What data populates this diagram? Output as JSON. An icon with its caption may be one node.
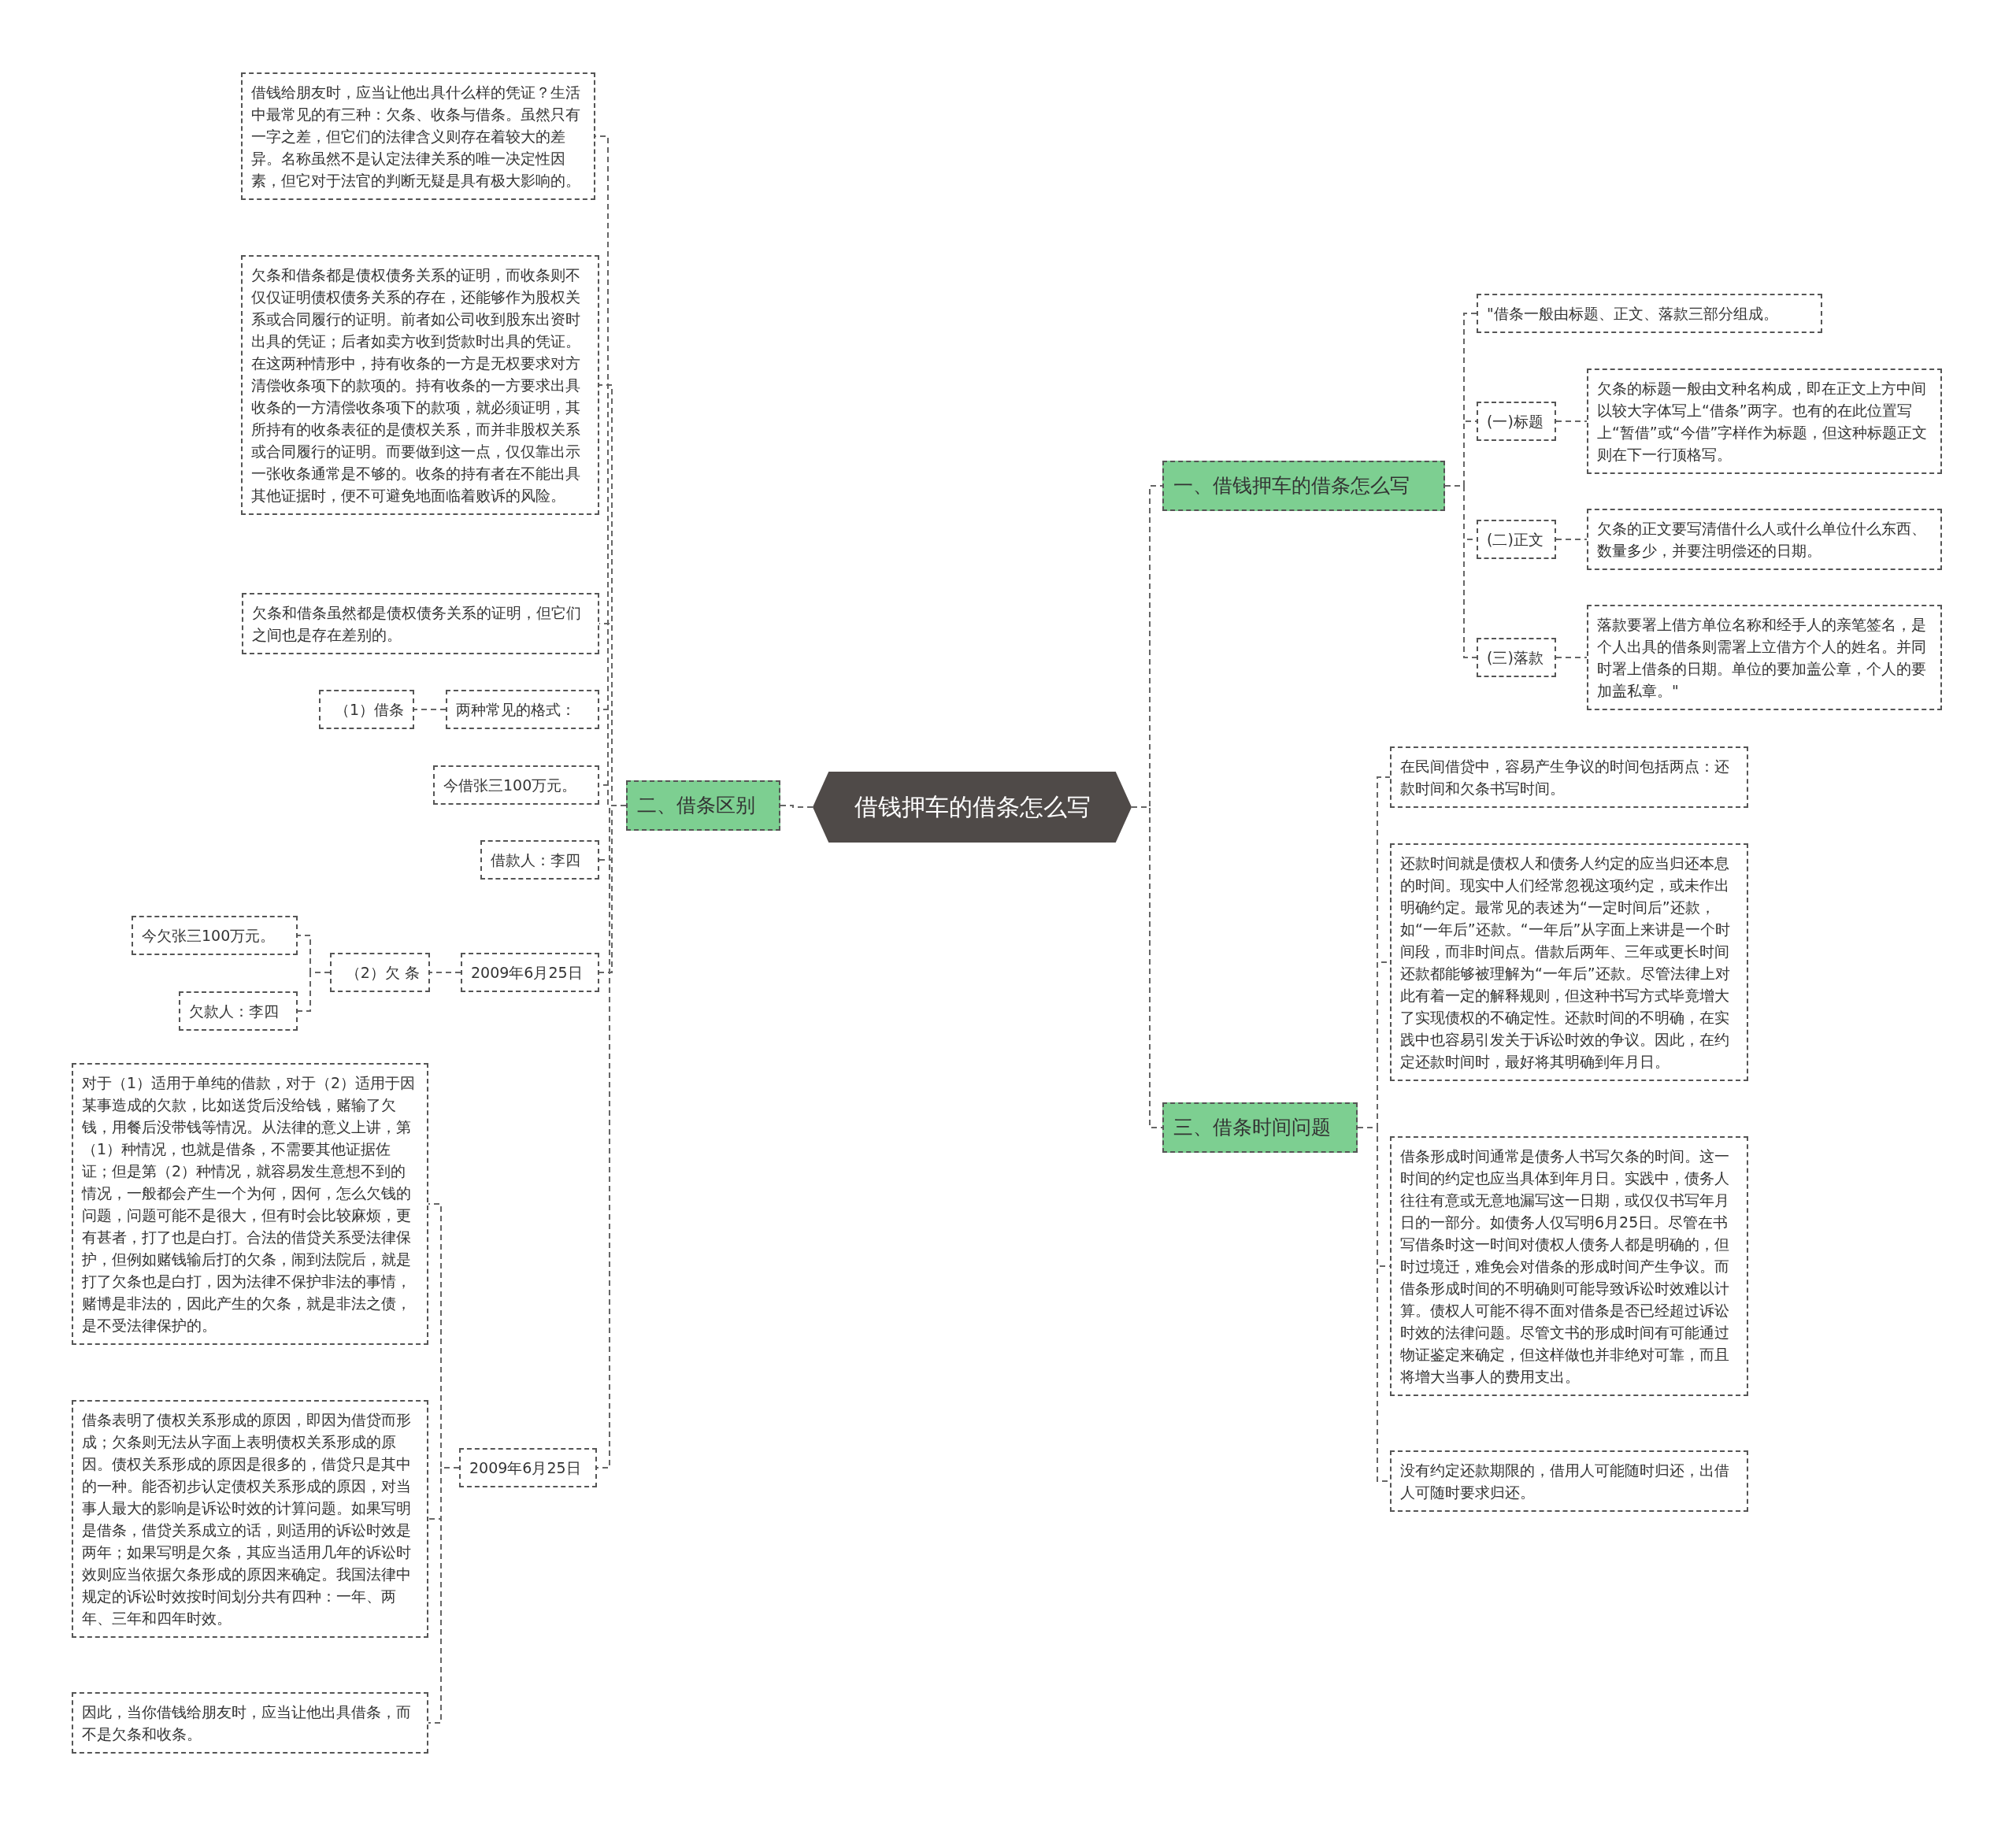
{
  "diagram": {
    "nodes": [
      {
        "text": [
          "借钱押车的借条怎么写"
        ]
      },
      {
        "text": [
          "一、借钱押车的借条怎么写"
        ]
      },
      {
        "text": [
          "\"借条一般由标题、正文、落款三部分组成。"
        ]
      },
      {
        "text": [
          "(一)标题"
        ]
      },
      {
        "text": [
          "欠条的标题一般由文种名构成，即在正文上方中间以较大字体写上“借条”两字。也有的在此位置写上“暂借”或“今借”字样作为标题，但这种标题正文则在下一行顶格写。"
        ]
      },
      {
        "text": [
          "(二)正文"
        ]
      },
      {
        "text": [
          "欠条的正文要写清借什么人或什么单位什么东西、数量多少，并要注明偿还的日期。"
        ]
      },
      {
        "text": [
          "(三)落款"
        ]
      },
      {
        "text": [
          "落款要署上借方单位名称和经手人的亲笔签名，是个人出具的借条则需署上立借方个人的姓名。并同时署上借条的日期。单位的要加盖公章，个人的要加盖私章。\""
        ]
      },
      {
        "text": [
          "二、借条区别"
        ]
      },
      {
        "text": [
          "借钱给朋友时，应当让他出具什么样的凭证？生活中最常见的有三种：欠条、收条与借条。虽然只有一字之差，但它们的法律含义则存在着较大的差异。名称虽然不是认定法律关系的唯一决定性因素，但它对于法官的判断无疑是具有极大影响的。"
        ]
      },
      {
        "text": [
          "欠条和借条都是债权债务关系的证明，而收条则不仅仅证明债权债务关系的存在，还能够作为股权关系或合同履行的证明。前者如公司收到股东出资时出具的凭证；后者如卖方收到货款时出具的凭证。在这两种情形中，持有收条的一方是无权要求对方清偿收条项下的款项的。持有收条的一方要求出具收条的一方清偿收条项下的款项，就必须证明，其所持有的收条表征的是债权关系，而并非股权关系或合同履行的证明。而要做到这一点，仅仅靠出示一张收条通常是不够的。收条的持有者在不能出具其他证据时，便不可避免地面临着败诉的风险。"
        ]
      },
      {
        "text": [
          "欠条和借条虽然都是债权债务关系的证明，但它们之间也是存在差别的。"
        ]
      },
      {
        "text": [
          "两种常见的格式："
        ]
      },
      {
        "text": [
          "（1）借条"
        ]
      },
      {
        "text": [
          "今借张三100万元。"
        ]
      },
      {
        "text": [
          "借款人：李四"
        ]
      },
      {
        "text": [
          "2009年6月25日"
        ]
      },
      {
        "text": [
          "（2）欠 条"
        ]
      },
      {
        "text": [
          "今欠张三100万元。"
        ]
      },
      {
        "text": [
          "欠款人：李四"
        ]
      },
      {
        "text": [
          "2009年6月25日"
        ]
      },
      {
        "text": [
          "对于（1）适用于单纯的借款，对于（2）适用于因某事造成的欠款，比如送货后没给钱，赌输了欠钱，用餐后没带钱等情况。从法律的意义上讲，第（1）种情况，也就是借条，不需要其他证据佐证；但是第（2）种情况，就容易发生意想不到的情况，一般都会产生一个为何，因何，怎么欠钱的问题，问题可能不是很大，但有时会比较麻烦，更有甚者，打了也是白打。合法的借贷关系受法律保护，但例如赌钱输后打的欠条，闹到法院后，就是打了欠条也是白打，因为法律不保护非法的事情，赌博是非法的，因此产生的欠条，就是非法之债，是不受法律保护的。"
        ]
      },
      {
        "text": [
          "借条表明了债权关系形成的原因，即因为借贷而形成；欠条则无法从字面上表明债权关系形成的原因。债权关系形成的原因是很多的，借贷只是其中的一种。能否初步认定债权关系形成的原因，对当事人最大的影响是诉讼时效的计算问题。如果写明是借条，借贷关系成立的话，则适用的诉讼时效是两年；如果写明是欠条，其应当适用几年的诉讼时效则应当依据欠条形成的原因来确定。我国法律中规定的诉讼时效按时间划分共有四种：一年、两年、三年和四年时效。"
        ]
      },
      {
        "text": [
          "因此，当你借钱给朋友时，应当让他出具借条，而不是欠条和收条。"
        ]
      },
      {
        "text": [
          "三、借条时间问题"
        ]
      },
      {
        "text": [
          "在民间借贷中，容易产生争议的时间包括两点：还款时间和欠条书写时间。"
        ]
      },
      {
        "text": [
          "还款时间就是债权人和债务人约定的应当归还本息的时间。现实中人们经常忽视这项约定，或未作出明确约定。最常见的表述为“一定时间后”还款，如“一年后”还款。“一年后”从字面上来讲是一个时间段，而非时间点。借款后两年、三年或更长时间还款都能够被理解为“一年后”还款。尽管法律上对此有着一定的解释规则，但这种书写方式毕竟增大了实现债权的不确定性。还款时间的不明确，在实践中也容易引发关于诉讼时效的争议。因此，在约定还款时间时，最好将其明确到年月日。"
        ]
      },
      {
        "text": [
          "借条形成时间通常是债务人书写欠条的时间。这一时间的约定也应当具体到年月日。实践中，债务人往往有意或无意地漏写这一日期，或仅仅书写年月日的一部分。如债务人仅写明6月25日。尽管在书写借条时这一时间对债权人债务人都是明确的，但时过境迁，难免会对借条的形成时间产生争议。而借条形成时间的不明确则可能导致诉讼时效难以计算。债权人可能不得不面对借条是否已经超过诉讼时效的法律问题。尽管文书的形成时间有可能通过物证鉴定来确定，但这样做也并非绝对可靠，而且将增大当事人的费用支出。"
        ]
      },
      {
        "text": [
          "没有约定还款期限的，借用人可能随时归还，出借人可随时要求归还。"
        ]
      }
    ],
    "edges": [
      {
        "from": 0,
        "to": 1,
        "arrow": "none"
      },
      {
        "from": 0,
        "to": 9,
        "arrow": "none"
      },
      {
        "from": 0,
        "to": 25,
        "arrow": "none"
      },
      {
        "from": 1,
        "to": 2,
        "arrow": "none"
      },
      {
        "from": 1,
        "to": 3,
        "arrow": "none"
      },
      {
        "from": 1,
        "to": 5,
        "arrow": "none"
      },
      {
        "from": 1,
        "to": 7,
        "arrow": "none"
      },
      {
        "from": 3,
        "to": 4,
        "arrow": "none"
      },
      {
        "from": 5,
        "to": 6,
        "arrow": "none"
      },
      {
        "from": 7,
        "to": 8,
        "arrow": "none"
      },
      {
        "from": 9,
        "to": 10,
        "arrow": "none"
      },
      {
        "from": 9,
        "to": 11,
        "arrow": "none"
      },
      {
        "from": 9,
        "to": 12,
        "arrow": "none"
      },
      {
        "from": 9,
        "to": 13,
        "arrow": "none"
      },
      {
        "from": 9,
        "to": 15,
        "arrow": "none"
      },
      {
        "from": 9,
        "to": 16,
        "arrow": "none"
      },
      {
        "from": 9,
        "to": 17,
        "arrow": "none"
      },
      {
        "from": 9,
        "to": 21,
        "arrow": "none"
      },
      {
        "from": 13,
        "to": 14,
        "arrow": "none"
      },
      {
        "from": 17,
        "to": 18,
        "arrow": "none"
      },
      {
        "from": 18,
        "to": 19,
        "arrow": "none"
      },
      {
        "from": 18,
        "to": 20,
        "arrow": "none"
      },
      {
        "from": 21,
        "to": 22,
        "arrow": "none"
      },
      {
        "from": 21,
        "to": 23,
        "arrow": "none"
      },
      {
        "from": 21,
        "to": 24,
        "arrow": "none"
      },
      {
        "from": 25,
        "to": 26,
        "arrow": "none"
      },
      {
        "from": 25,
        "to": 27,
        "arrow": "none"
      },
      {
        "from": 25,
        "to": 28,
        "arrow": "none"
      },
      {
        "from": 25,
        "to": 29,
        "arrow": "none"
      }
    ]
  }
}
